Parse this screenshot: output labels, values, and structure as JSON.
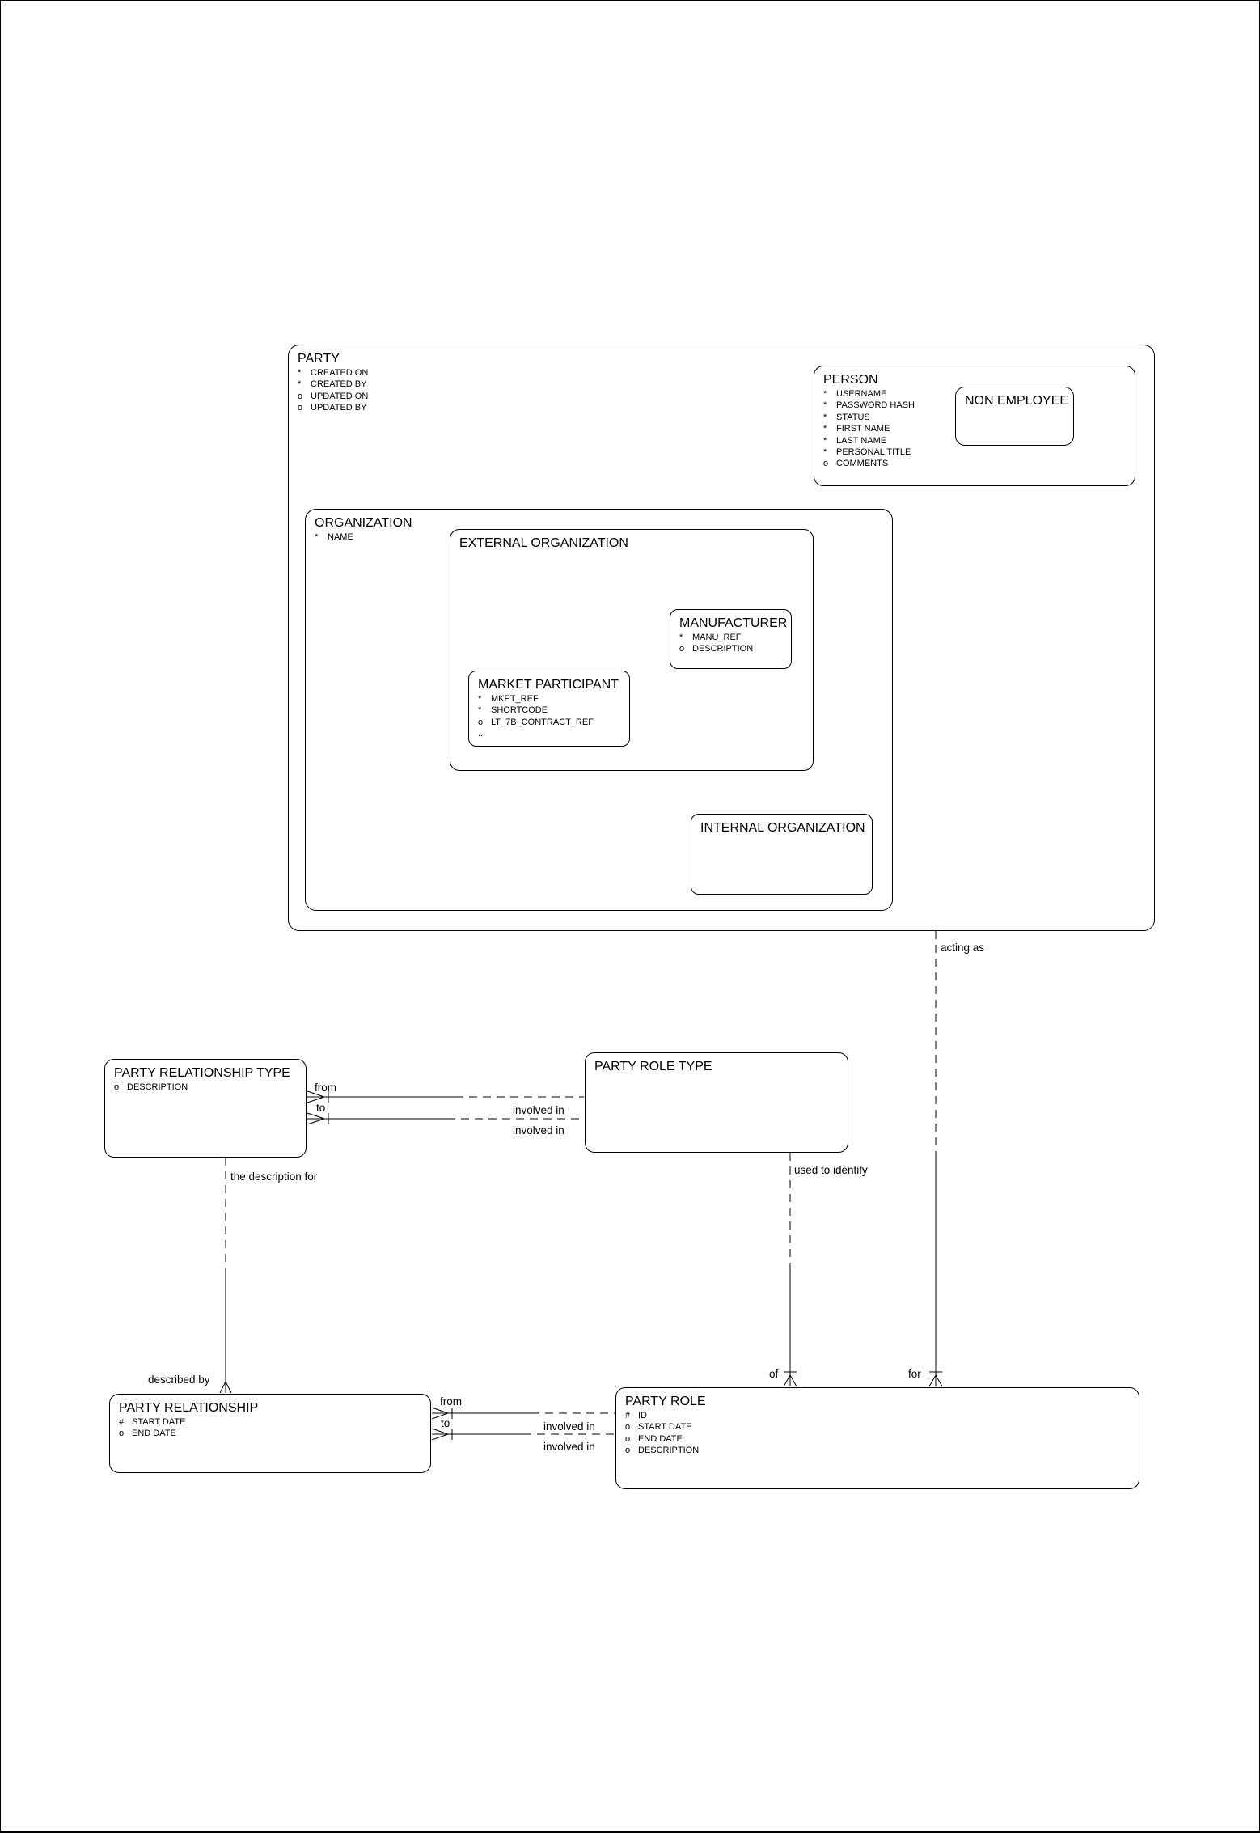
{
  "entities": {
    "party": {
      "title": "PARTY",
      "attrs": [
        {
          "m": "*",
          "label": "CREATED ON"
        },
        {
          "m": "*",
          "label": "CREATED BY"
        },
        {
          "m": "o",
          "label": "UPDATED ON"
        },
        {
          "m": "o",
          "label": "UPDATED BY"
        }
      ]
    },
    "person": {
      "title": "PERSON",
      "attrs": [
        {
          "m": "*",
          "label": "USERNAME"
        },
        {
          "m": "*",
          "label": "PASSWORD HASH"
        },
        {
          "m": "*",
          "label": "STATUS"
        },
        {
          "m": "*",
          "label": "FIRST NAME"
        },
        {
          "m": "*",
          "label": "LAST NAME"
        },
        {
          "m": "*",
          "label": "PERSONAL TITLE"
        },
        {
          "m": "o",
          "label": "COMMENTS"
        }
      ]
    },
    "non_employee": {
      "title": "NON EMPLOYEE"
    },
    "organization": {
      "title": "ORGANIZATION",
      "attrs": [
        {
          "m": "*",
          "label": "NAME"
        }
      ]
    },
    "external_organization": {
      "title": "EXTERNAL ORGANIZATION"
    },
    "manufacturer": {
      "title": "MANUFACTURER",
      "attrs": [
        {
          "m": "*",
          "label": "MANU_REF"
        },
        {
          "m": "o",
          "label": "DESCRIPTION"
        }
      ]
    },
    "market_participant": {
      "title": "MARKET PARTICIPANT",
      "attrs": [
        {
          "m": "*",
          "label": "MKPT_REF"
        },
        {
          "m": "*",
          "label": "SHORTCODE"
        },
        {
          "m": "o",
          "label": "LT_7B_CONTRACT_REF"
        },
        {
          "m": "...",
          "label": ""
        }
      ]
    },
    "internal_organization": {
      "title": "INTERNAL ORGANIZATION"
    },
    "party_relationship_type": {
      "title": "PARTY RELATIONSHIP TYPE",
      "attrs": [
        {
          "m": "o",
          "label": "DESCRIPTION"
        }
      ]
    },
    "party_role_type": {
      "title": "PARTY ROLE TYPE"
    },
    "party_relationship": {
      "title": "PARTY RELATIONSHIP",
      "attrs": [
        {
          "m": "#",
          "label": "START DATE"
        },
        {
          "m": "o",
          "label": "END DATE"
        }
      ]
    },
    "party_role": {
      "title": "PARTY ROLE",
      "attrs": [
        {
          "m": "#",
          "label": "ID"
        },
        {
          "m": "o",
          "label": "START DATE"
        },
        {
          "m": "o",
          "label": "END DATE"
        },
        {
          "m": "o",
          "label": "DESCRIPTION"
        }
      ]
    }
  },
  "relationships": {
    "acting_as": {
      "near_label": "acting as",
      "far_label": "for"
    },
    "used_to_identify": {
      "near_label": "used to identify",
      "far_label": "of"
    },
    "description_for": {
      "near_label": "the description for",
      "far_label": "described by"
    },
    "type_from": {
      "near_label": "from",
      "far_label": "involved in"
    },
    "type_to": {
      "near_label": "to",
      "far_label": "involved in"
    },
    "rel_from": {
      "near_label": "from",
      "far_label": "involved in"
    },
    "rel_to": {
      "near_label": "to",
      "far_label": "involved in"
    }
  },
  "colors": {
    "line": "#000000",
    "background": "#ffffff"
  }
}
